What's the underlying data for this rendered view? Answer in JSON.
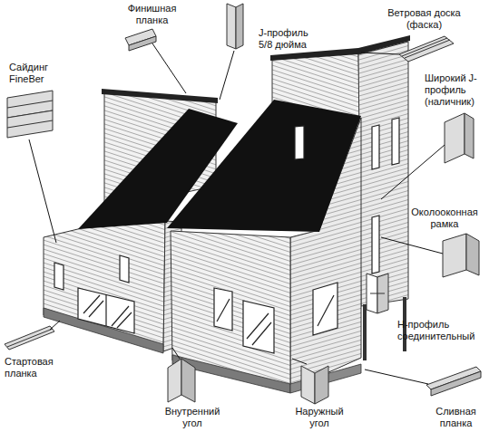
{
  "diagram": {
    "labels": [
      "Финишная планка",
      "J-профиль 5/8 дюйма",
      "Ветровая доска (фаска)",
      "Сайдинг FineBer",
      "Широкий J-профиль (наличник)",
      "Околооконная рамка",
      "H-профиль соединительный",
      "Стартовая планка",
      "Внутренний угол",
      "Наружный угол",
      "Сливная планка"
    ]
  }
}
